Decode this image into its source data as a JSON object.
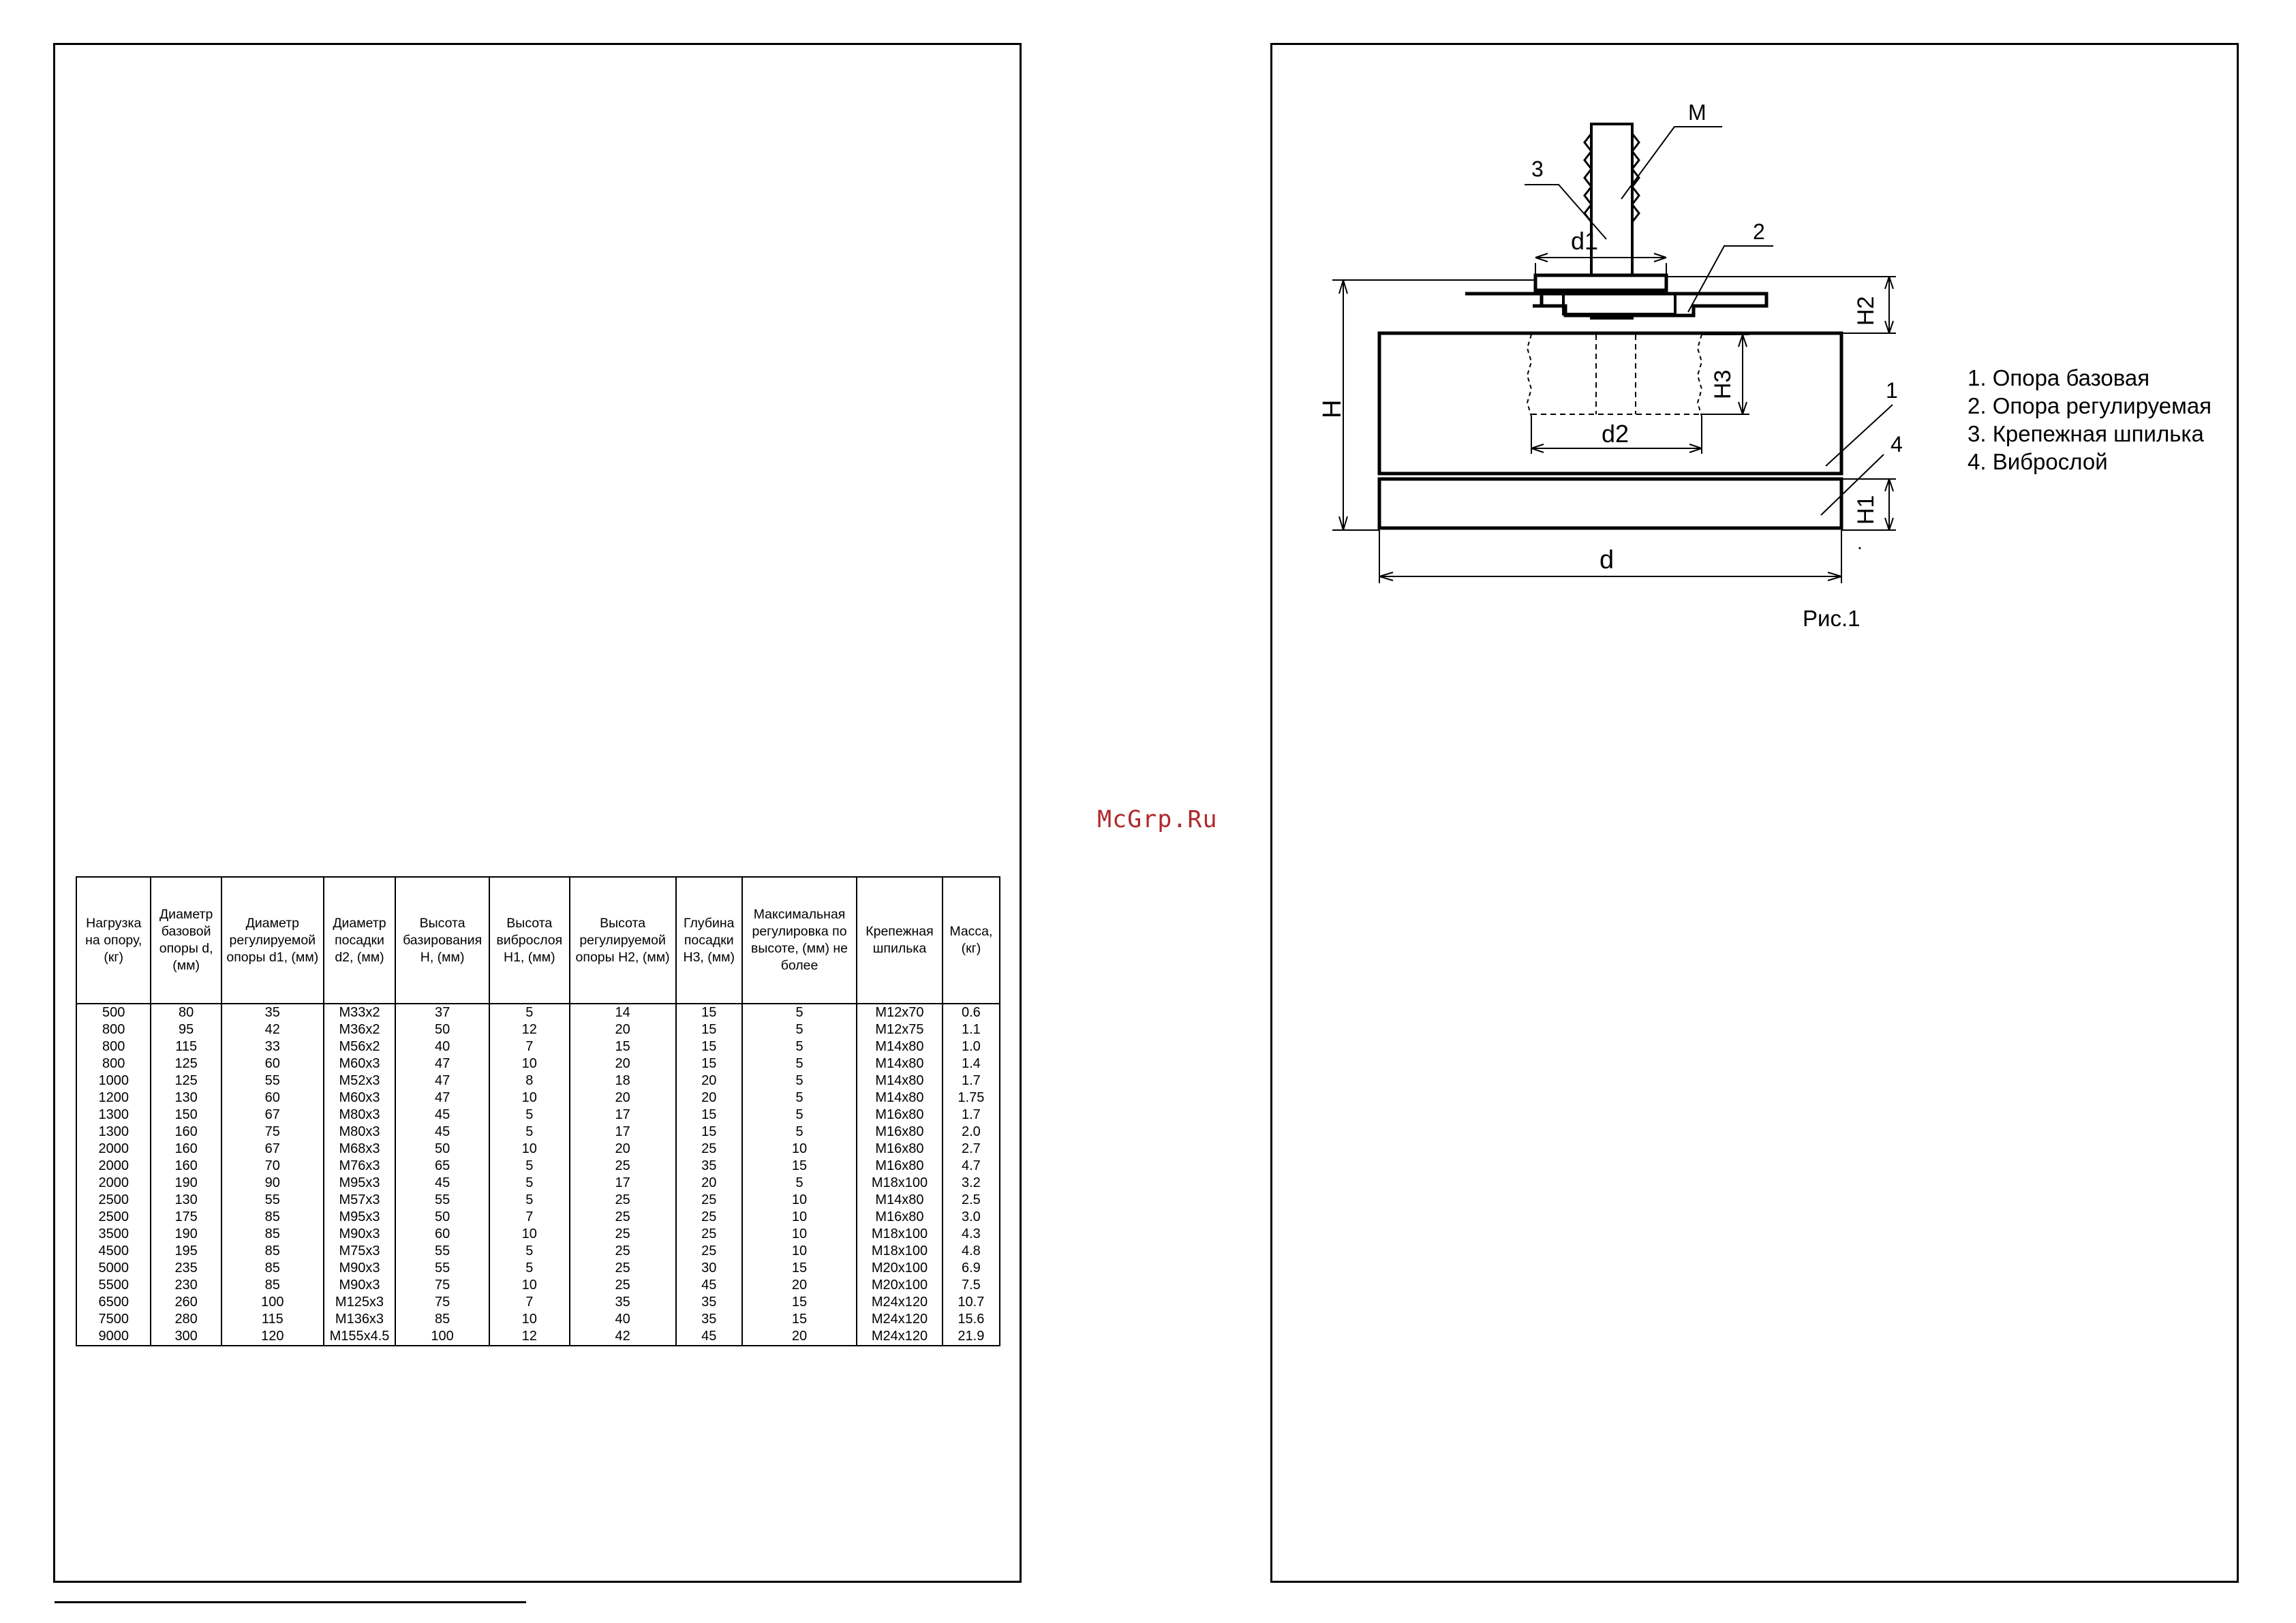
{
  "watermark": "McGrp.Ru",
  "table": {
    "headers": [
      "Нагрузка на опору, (кг)",
      "Диаметр базовой опоры d, (мм)",
      "Диаметр регулируемой опоры d1, (мм)",
      "Диаметр посадки d2, (мм)",
      "Высота базирования H, (мм)",
      "Высота виброслоя H1, (мм)",
      "Высота регулируемой опоры H2, (мм)",
      "Глубина посадки H3, (мм)",
      "Максимальная регулировка по высоте, (мм) не более",
      "Крепежная шпилька",
      "Масса, (кг)"
    ],
    "rows": [
      [
        "500",
        "80",
        "35",
        "M33x2",
        "37",
        "5",
        "14",
        "15",
        "5",
        "M12x70",
        "0.6"
      ],
      [
        "800",
        "95",
        "42",
        "M36x2",
        "50",
        "12",
        "20",
        "15",
        "5",
        "M12x75",
        "1.1"
      ],
      [
        "800",
        "115",
        "33",
        "M56x2",
        "40",
        "7",
        "15",
        "15",
        "5",
        "M14x80",
        "1.0"
      ],
      [
        "800",
        "125",
        "60",
        "M60x3",
        "47",
        "10",
        "20",
        "15",
        "5",
        "M14x80",
        "1.4"
      ],
      [
        "1000",
        "125",
        "55",
        "M52x3",
        "47",
        "8",
        "18",
        "20",
        "5",
        "M14x80",
        "1.7"
      ],
      [
        "1200",
        "130",
        "60",
        "M60x3",
        "47",
        "10",
        "20",
        "20",
        "5",
        "M14x80",
        "1.75"
      ],
      [
        "1300",
        "150",
        "67",
        "M80x3",
        "45",
        "5",
        "17",
        "15",
        "5",
        "M16x80",
        "1.7"
      ],
      [
        "1300",
        "160",
        "75",
        "M80x3",
        "45",
        "5",
        "17",
        "15",
        "5",
        "M16x80",
        "2.0"
      ],
      [
        "2000",
        "160",
        "67",
        "M68x3",
        "50",
        "10",
        "20",
        "25",
        "10",
        "M16x80",
        "2.7"
      ],
      [
        "2000",
        "160",
        "70",
        "M76x3",
        "65",
        "5",
        "25",
        "35",
        "15",
        "M16x80",
        "4.7"
      ],
      [
        "2000",
        "190",
        "90",
        "M95x3",
        "45",
        "5",
        "17",
        "20",
        "5",
        "M18x100",
        "3.2"
      ],
      [
        "2500",
        "130",
        "55",
        "M57x3",
        "55",
        "5",
        "25",
        "25",
        "10",
        "M14x80",
        "2.5"
      ],
      [
        "2500",
        "175",
        "85",
        "M95x3",
        "50",
        "7",
        "25",
        "25",
        "10",
        "M16x80",
        "3.0"
      ],
      [
        "3500",
        "190",
        "85",
        "M90x3",
        "60",
        "10",
        "25",
        "25",
        "10",
        "M18x100",
        "4.3"
      ],
      [
        "4500",
        "195",
        "85",
        "M75x3",
        "55",
        "5",
        "25",
        "25",
        "10",
        "M18x100",
        "4.8"
      ],
      [
        "5000",
        "235",
        "85",
        "M90x3",
        "55",
        "5",
        "25",
        "30",
        "15",
        "M20x100",
        "6.9"
      ],
      [
        "5500",
        "230",
        "85",
        "M90x3",
        "75",
        "10",
        "25",
        "45",
        "20",
        "M20x100",
        "7.5"
      ],
      [
        "6500",
        "260",
        "100",
        "M125x3",
        "75",
        "7",
        "35",
        "35",
        "15",
        "M24x120",
        "10.7"
      ],
      [
        "7500",
        "280",
        "115",
        "M136x3",
        "85",
        "10",
        "40",
        "35",
        "15",
        "M24x120",
        "15.6"
      ],
      [
        "9000",
        "300",
        "120",
        "M155x4.5",
        "100",
        "12",
        "42",
        "45",
        "20",
        "M24x120",
        "21.9"
      ]
    ]
  },
  "drawing": {
    "labels": {
      "M": "M",
      "d1": "d1",
      "d2": "d2",
      "d": "d",
      "H": "H",
      "H1": "H1",
      "H2": "H2",
      "H3": "H3",
      "n1": "1",
      "n2": "2",
      "n3": "3",
      "n4": "4",
      "dot": "."
    },
    "caption": "Рис.1"
  },
  "legend": [
    "1. Опора базовая",
    "2. Опора регулируемая",
    "3. Крепежная шпилька",
    "4. Виброслой"
  ]
}
